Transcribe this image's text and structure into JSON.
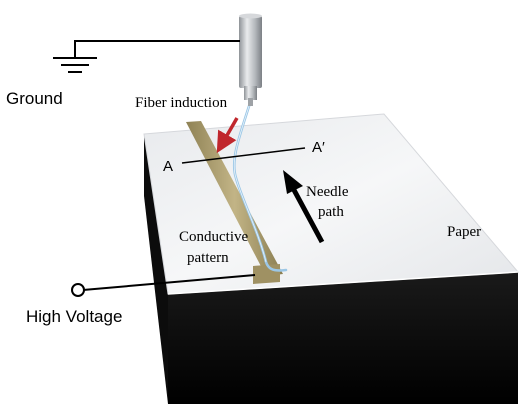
{
  "labels": {
    "ground": "Ground",
    "fiber_induction": "Fiber induction",
    "section_a": "A",
    "section_a_prime": "A′",
    "needle_path_line1": "Needle",
    "needle_path_line2": "path",
    "paper": "Paper",
    "conductive_line1": "Conductive",
    "conductive_line2": "pattern",
    "high_voltage": "High Voltage"
  },
  "colors": {
    "paper_top": "#f1f2f4",
    "paper_side": "#111111",
    "conductive_strip": "#a89a6a",
    "fiber": "#9cc7e6",
    "induction_arrow": "#c0272d",
    "needle_path_arrow": "#000000",
    "needle_body": "#b9bcc0"
  }
}
